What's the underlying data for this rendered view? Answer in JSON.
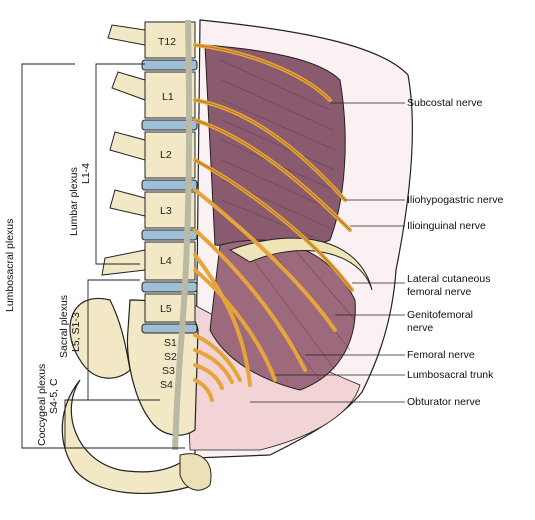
{
  "vertebrae": [
    "T12",
    "L1",
    "L2",
    "L3",
    "L4",
    "L5"
  ],
  "sacral_segments": [
    "S1",
    "S2",
    "S3",
    "S4"
  ],
  "plexus_labels": {
    "lumbosacral": "Lumbosacral plexus",
    "lumbar_title": "Lumbar plexus",
    "lumbar_range": "L1-4",
    "sacral_title": "Sacral plexus",
    "sacral_range": "L5, S1-3",
    "coccygeal_title": "Coccygeal plexus",
    "coccygeal_range": "S4-5, C"
  },
  "nerve_labels": [
    "Subcostal nerve",
    "Iliohypogastric nerve",
    "Ilioinguinal nerve",
    "Lateral cutaneous",
    "femoral nerve",
    "Genitofemoral",
    "nerve",
    "Femoral nerve",
    "Lumbosacral trunk",
    "Obturator nerve"
  ],
  "colors": {
    "bone": "#f2e8c6",
    "disc": "#9fbfd6",
    "muscle": "#8a5a6e",
    "nerve": "#e6a43a",
    "skin": "#f3d4d6",
    "outline": "#222222"
  }
}
